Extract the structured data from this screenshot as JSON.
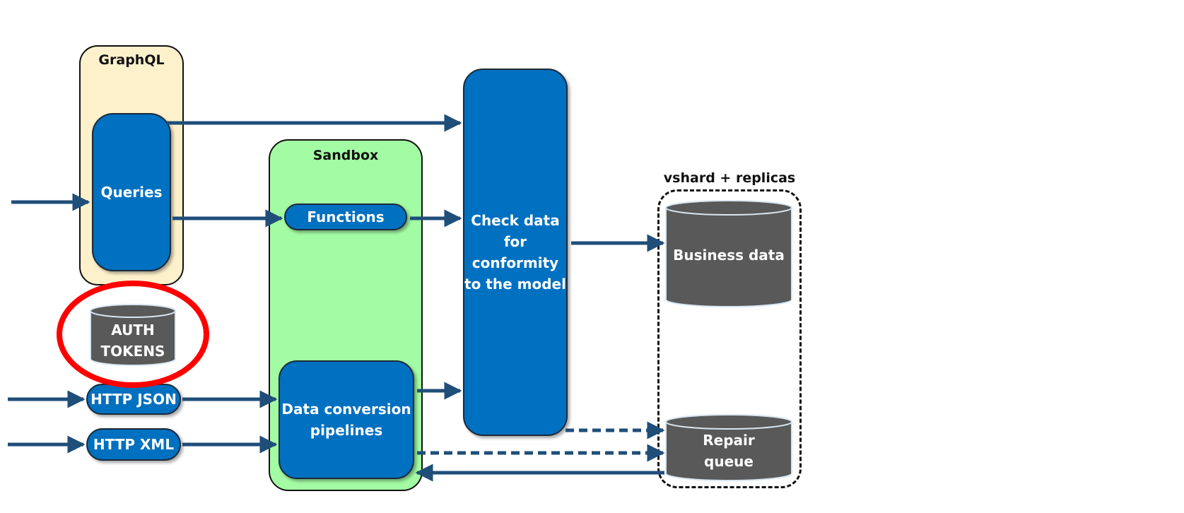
{
  "groups": {
    "graphql": "GraphQL",
    "sandbox": "Sandbox",
    "storage": "vshard + replicas"
  },
  "nodes": {
    "queries": "Queries",
    "functions": "Functions",
    "check": "Check data\nfor\nconformity\nto the model",
    "pipelines": "Data conversion\npipelines",
    "http_json": "HTTP JSON",
    "http_xml": "HTTP XML"
  },
  "stores": {
    "business": "Business data",
    "repair": "Repair\nqueue",
    "auth": "AUTH\nTOKENS"
  },
  "colors": {
    "node_fill": "#0070c0",
    "graphql_fill": "#fdf1cc",
    "sandbox_fill": "#a3fba3",
    "store_fill": "#595959",
    "arrow": "#1f4e79",
    "highlight": "#ff0000"
  }
}
